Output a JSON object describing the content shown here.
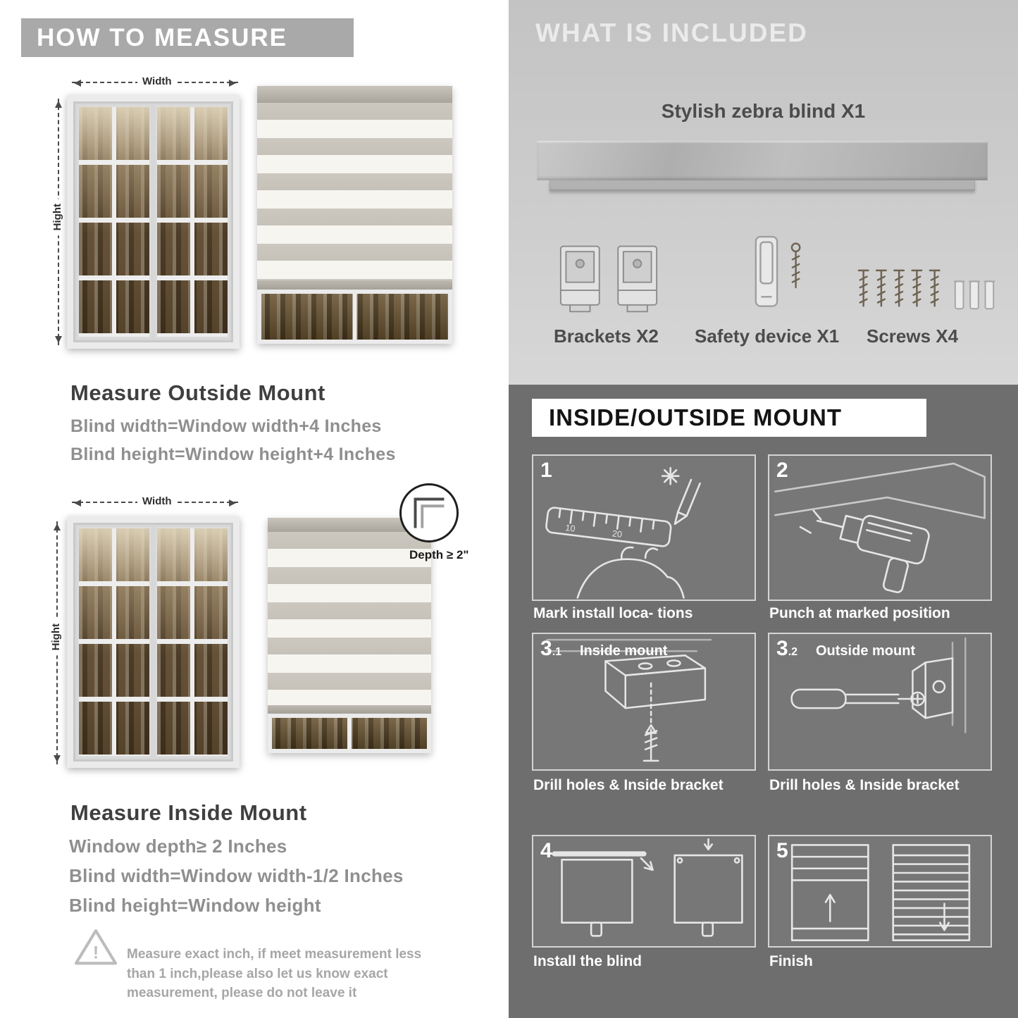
{
  "theme": {
    "banner_gray": "#a9a9a9",
    "included_bg": "#c9c9c9",
    "mount_bg": "#6e6e6e",
    "text_dark": "#3f3f3f",
    "text_gray": "#8f8f8f"
  },
  "left": {
    "header": "HOW TO MEASURE",
    "labels": {
      "width": "Width",
      "height": "Hight",
      "depth": "Depth ≥ 2\""
    },
    "outside": {
      "title": "Measure Outside Mount",
      "line1": "Blind width=Window width+4 Inches",
      "line2": "Blind height=Window height+4 Inches"
    },
    "inside": {
      "title": "Measure Inside Mount",
      "line1": "Window depth≥ 2 Inches",
      "line2": "Blind width=Window width-1/2 Inches",
      "line3": "Blind height=Window height"
    },
    "note": "Measure exact inch, if meet measurement less than 1 inch,please also let us know exact measurement, please do not leave it"
  },
  "included": {
    "header": "WHAT IS INCLUDED",
    "blind_label": "Stylish zebra blind X1",
    "items": [
      "Brackets X2",
      "Safety device X1",
      "Screws X4"
    ]
  },
  "mount": {
    "header": "INSIDE/OUTSIDE MOUNT",
    "steps": [
      {
        "num": "1",
        "sub": "",
        "label": "",
        "caption": "Mark install loca- tions"
      },
      {
        "num": "2",
        "sub": "",
        "label": "",
        "caption": "Punch at  marked position"
      },
      {
        "num": "3",
        "sub": ".1",
        "label": "Inside mount",
        "caption": "Drill holes &  Inside bracket"
      },
      {
        "num": "3",
        "sub": ".2",
        "label": "Outside mount",
        "caption": "Drill holes &  Inside bracket"
      },
      {
        "num": "4",
        "sub": "",
        "label": "",
        "caption": "Install the blind"
      },
      {
        "num": "5",
        "sub": "",
        "label": "",
        "caption": "Finish"
      }
    ]
  }
}
